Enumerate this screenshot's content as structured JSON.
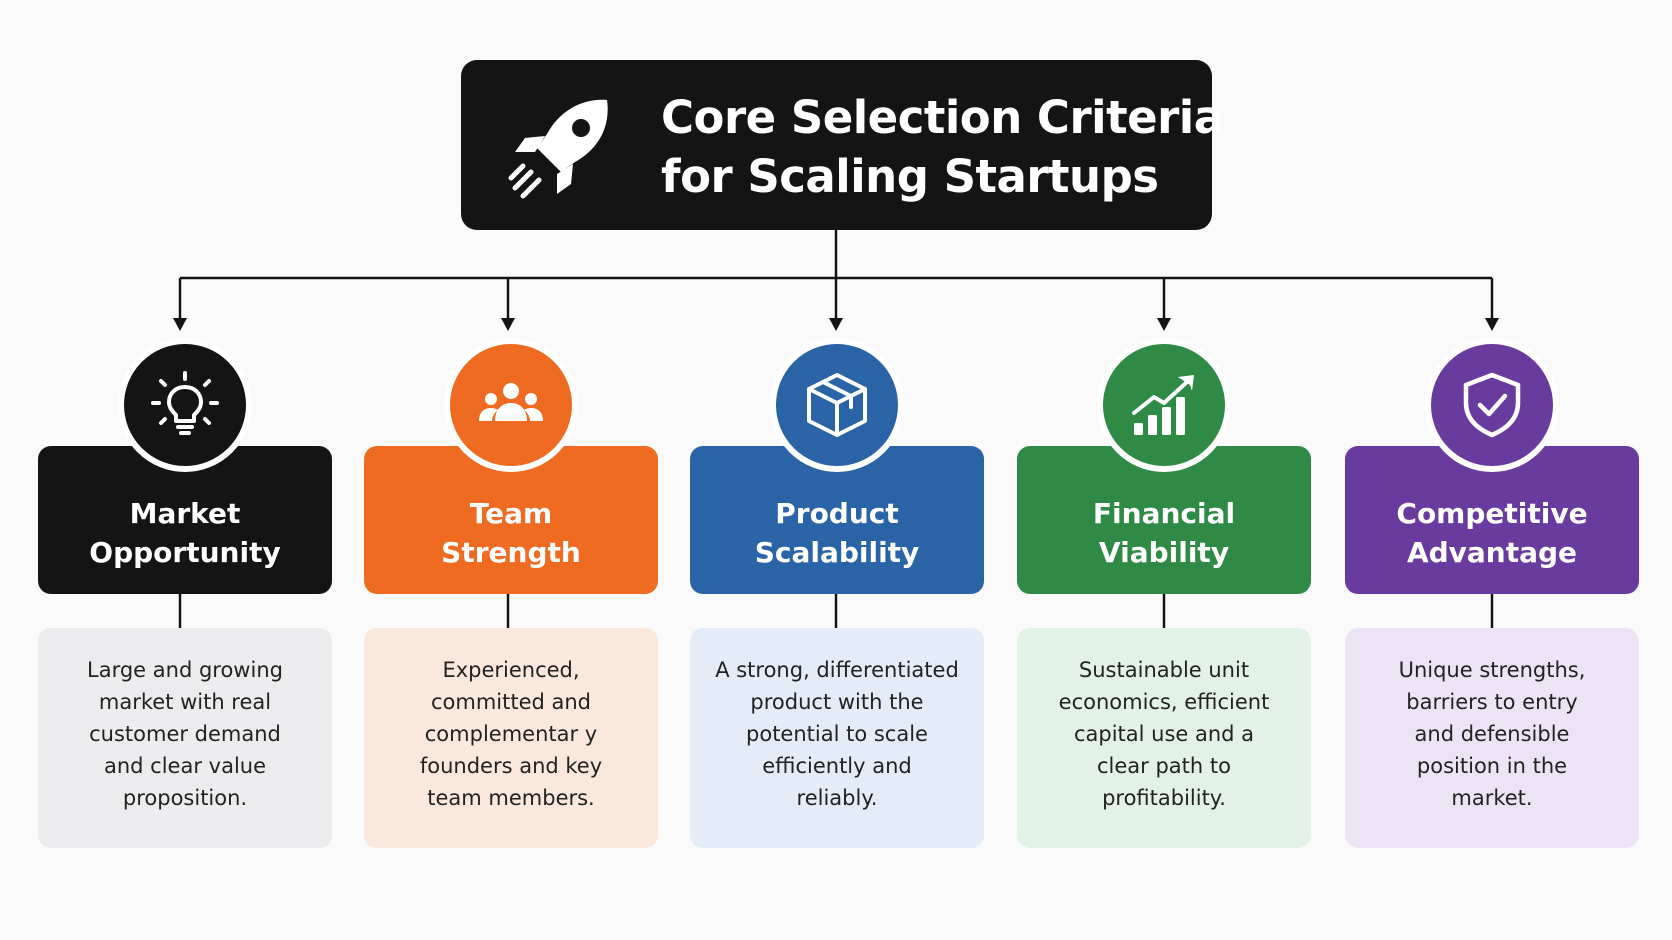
{
  "title": {
    "line1": "Core Selection Criteria",
    "line2": "for Scaling Startups",
    "icon": "rocket-icon"
  },
  "criteria": [
    {
      "key": "market",
      "label_lines": [
        "Market",
        "Opportunity"
      ],
      "icon": "lightbulb-icon",
      "color": "#141414",
      "light_color": "#ececee",
      "description_lines": [
        "Large and growing",
        "market with real",
        "customer demand",
        "and clear value",
        "proposition."
      ]
    },
    {
      "key": "team",
      "label_lines": [
        "Team",
        "Strength"
      ],
      "icon": "team-icon",
      "color": "#ef6b22",
      "light_color": "#fbe8dc",
      "description_lines": [
        "Experienced,",
        "committed and",
        "complementar y",
        "founders and key",
        "team members."
      ]
    },
    {
      "key": "product",
      "label_lines": [
        "Product",
        "Scalability"
      ],
      "icon": "box-icon",
      "color": "#2a64a6",
      "light_color": "#e3ecf7",
      "description_lines": [
        "A strong, differentiated",
        "product with the",
        "potential to scale",
        "efficiently and",
        "reliably."
      ]
    },
    {
      "key": "financial",
      "label_lines": [
        "Financial",
        "Viability"
      ],
      "icon": "growth-chart-icon",
      "color": "#2e8a45",
      "light_color": "#e3f2e6",
      "description_lines": [
        "Sustainable unit",
        "economics, efficient",
        "capital use and a",
        "clear path to",
        "profitability."
      ]
    },
    {
      "key": "competitive",
      "label_lines": [
        "Competitive",
        "Advantage"
      ],
      "icon": "shield-check-icon",
      "color": "#6a3b9e",
      "light_color": "#ece4f5",
      "description_lines": [
        "Unique strengths,",
        "barriers to entry",
        "and defensible",
        "position in the",
        "market."
      ]
    }
  ]
}
